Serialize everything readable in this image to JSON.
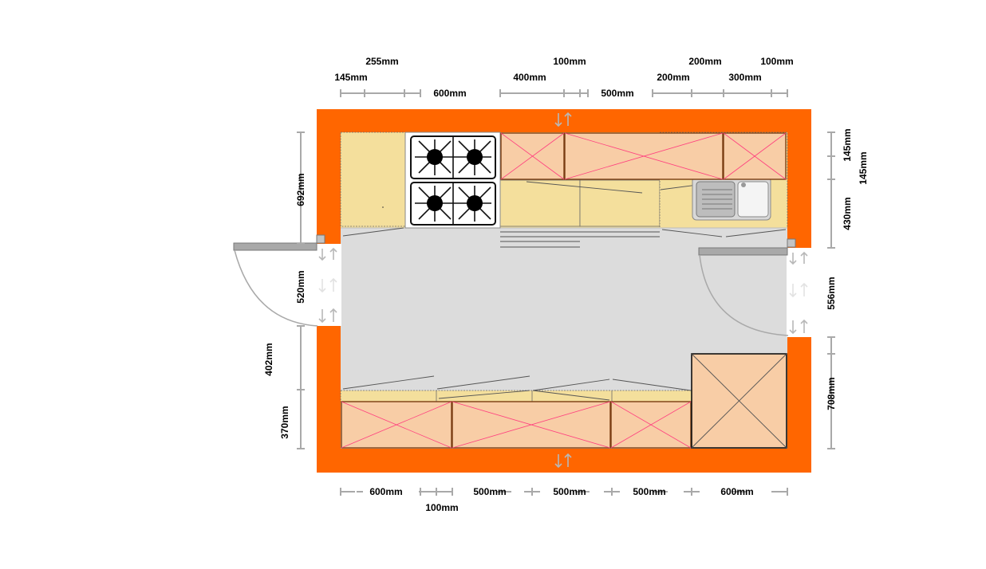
{
  "colors": {
    "wall": "#ff6600",
    "floor": "#dcdcdc",
    "base_cabinet": "#f4df9c",
    "wall_cabinet": "#f8cda6",
    "cross": "#ff3f7f",
    "dimension_line": "#a9a9a9",
    "door": "#a9a9a9"
  },
  "dimensions": {
    "top_row1": [
      "255mm",
      "100mm",
      "200mm",
      "100mm"
    ],
    "top_row2": [
      "145mm",
      "400mm",
      "200mm",
      "300mm"
    ],
    "top_row3": [
      "600mm",
      "500mm"
    ],
    "left": [
      "692mm",
      "520mm",
      "402mm",
      "370mm"
    ],
    "right": [
      "145mm",
      "145mm",
      "430mm",
      "556mm",
      "708mm"
    ],
    "bottom_row1": [
      "600mm",
      "500mm",
      "500mm",
      "500mm",
      "600mm"
    ],
    "bottom_row2": [
      "100mm"
    ]
  },
  "icons": {
    "hob": "gas-hob-icon",
    "sink": "sink-icon",
    "door_arrows": "up-down-arrows-icon"
  }
}
